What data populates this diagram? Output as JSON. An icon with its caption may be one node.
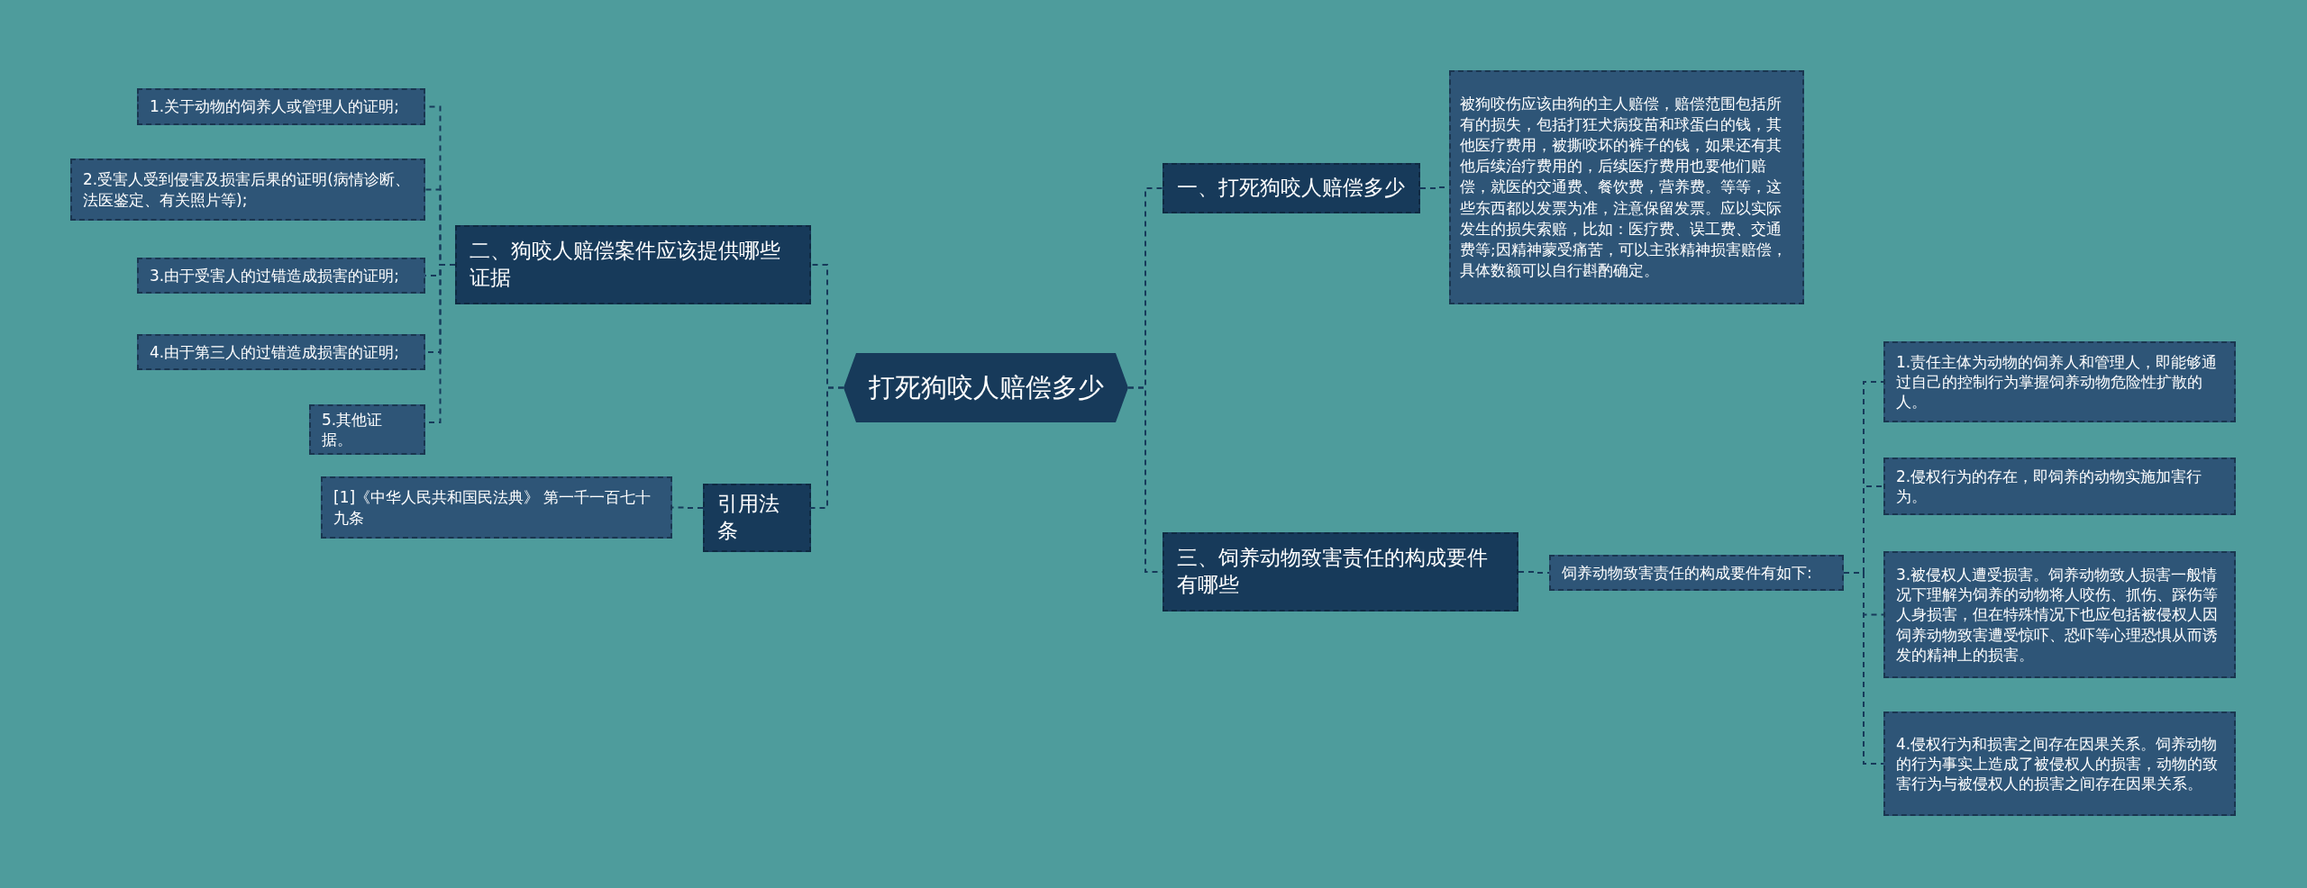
{
  "diagram": {
    "nodes": [
      {
        "text": [
          "打死狗咬人赔偿多少"
        ]
      },
      {
        "text": [
          "二、狗咬人赔偿案件应该提供哪些证据"
        ]
      },
      {
        "text": [
          "1.关于动物的饲养人或管理人的证明;"
        ]
      },
      {
        "text": [
          "2.受害人受到侵害及损害后果的证明(病情诊断、法医鉴定、有关照片等);"
        ]
      },
      {
        "text": [
          "3.由于受害人的过错造成损害的证明;"
        ]
      },
      {
        "text": [
          "4.由于第三人的过错造成损害的证明;"
        ]
      },
      {
        "text": [
          "5.其他证据。"
        ]
      },
      {
        "text": [
          "引用法条"
        ]
      },
      {
        "text": [
          "[1]《中华人民共和国民法典》 第一千一百七十九条"
        ]
      },
      {
        "text": [
          "一、打死狗咬人赔偿多少"
        ]
      },
      {
        "text": [
          "被狗咬伤应该由狗的主人赔偿，赔偿范围包括所有的损失，包括打狂犬病疫苗和球蛋白的钱，其他医疗费用，被撕咬坏的裤子的钱，如果还有其他后续治疗费用的，后续医疗费用也要他们赔偿，就医的交通费、餐饮费，营养费。等等，这些东西都以发票为准，注意保留发票。应以实际发生的损失索赔，比如：医疗费、误工费、交通费等;因精神蒙受痛苦，可以主张精神损害赔偿，具体数额可以自行斟酌确定。"
        ]
      },
      {
        "text": [
          "三、饲养动物致害责任的构成要件有哪些"
        ]
      },
      {
        "text": [
          "饲养动物致害责任的构成要件有如下:"
        ]
      },
      {
        "text": [
          "1.责任主体为动物的饲养人和管理人，即能够通过自己的控制行为掌握饲养动物危险性扩散的人。"
        ]
      },
      {
        "text": [
          "2.侵权行为的存在，即饲养的动物实施加害行为。"
        ]
      },
      {
        "text": [
          "3.被侵权人遭受损害。饲养动物致人损害一般情况下理解为饲养的动物将人咬伤、抓伤、踩伤等人身损害，但在特殊情况下也应包括被侵权人因饲养动物致害遭受惊吓、恐吓等心理恐惧从而诱发的精神上的损害。"
        ]
      },
      {
        "text": [
          "4.侵权行为和损害之间存在因果关系。饲养动物的行为事实上造成了被侵权人的损害，动物的致害行为与被侵权人的损害之间存在因果关系。"
        ]
      }
    ],
    "edges": [
      {
        "from": 0,
        "to": 1,
        "arrow": "none"
      },
      {
        "from": 1,
        "to": 2,
        "arrow": "none"
      },
      {
        "from": 1,
        "to": 3,
        "arrow": "none"
      },
      {
        "from": 1,
        "to": 4,
        "arrow": "none"
      },
      {
        "from": 1,
        "to": 5,
        "arrow": "none"
      },
      {
        "from": 1,
        "to": 6,
        "arrow": "none"
      },
      {
        "from": 0,
        "to": 7,
        "arrow": "none"
      },
      {
        "from": 7,
        "to": 8,
        "arrow": "none"
      },
      {
        "from": 0,
        "to": 9,
        "arrow": "none"
      },
      {
        "from": 9,
        "to": 10,
        "arrow": "none"
      },
      {
        "from": 0,
        "to": 11,
        "arrow": "none"
      },
      {
        "from": 11,
        "to": 12,
        "arrow": "none"
      },
      {
        "from": 12,
        "to": 13,
        "arrow": "none"
      },
      {
        "from": 12,
        "to": 14,
        "arrow": "none"
      },
      {
        "from": 12,
        "to": 15,
        "arrow": "none"
      },
      {
        "from": 12,
        "to": 16,
        "arrow": "none"
      }
    ]
  }
}
